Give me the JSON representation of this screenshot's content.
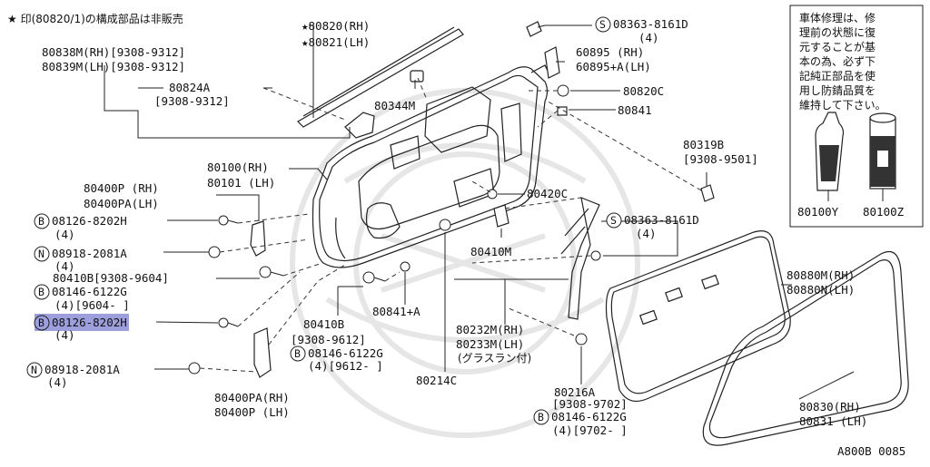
{
  "header": {
    "note": "★ 印(80820/1)の構成部品は非販売"
  },
  "footer": {
    "diagram_code": "A800B 0085"
  },
  "notice_box": {
    "lines": [
      "車体修理は、修",
      "理前の状態に復",
      "元することが基",
      "本の為、必ず下",
      "記純正部品を使",
      "用し防錆品質を",
      "維持して下さい。"
    ],
    "items": [
      {
        "label": "80100Y"
      },
      {
        "label": "80100Z"
      }
    ]
  },
  "callouts": {
    "c80820": [
      "★80820(RH)",
      "★80821(LH)"
    ],
    "c80838": [
      "80838M(RH)[9308-9312]",
      "80839M(LH)[9308-9312]"
    ],
    "c80824": [
      "80824A",
      "[9308-9312]"
    ],
    "c80344": "80344M",
    "c08363a": [
      "08363-8161D",
      "(4)"
    ],
    "c60895": [
      "60895    (RH)",
      "60895+A(LH)"
    ],
    "c80820c": "80820C",
    "c80841": "80841",
    "c80319": [
      "80319B",
      "[9308-9501]"
    ],
    "c80100": [
      "80100(RH)",
      "80101 (LH)"
    ],
    "c80400p": [
      "80400P  (RH)",
      "80400PA(LH)"
    ],
    "c08126a": [
      "08126-8202H",
      "(4)"
    ],
    "c08918a": [
      "08918-2081A",
      "(4)"
    ],
    "c80410b1": "80410B[9308-9604]",
    "c08146a": [
      "08146-6122G",
      "(4)[9604-    ]"
    ],
    "c08126b": [
      "08126-8202H",
      "(4)"
    ],
    "c08918b": [
      "08918-2081A",
      "(4)"
    ],
    "c80420": "80420C",
    "c80410m": "80410M",
    "c08363b": [
      "08363-8161D",
      "(4)"
    ],
    "c80841a": "80841+A",
    "c80410b2": [
      "80410B",
      "[9308-9612]",
      "08146-6122G",
      "(4)[9612-      ]"
    ],
    "c80214": "80214C",
    "c80232": [
      "80232M(RH)",
      "80233M(LH)",
      "(グラスラン付)"
    ],
    "c80216": [
      "80216A",
      "[9308-9702]",
      "08146-6122G",
      "(4)[9702-      ]"
    ],
    "c80400pa": [
      "80400PA(RH)",
      "80400P  (LH)"
    ],
    "c80880": [
      "80880M(RH)",
      "80880N(LH)"
    ],
    "c80830": [
      "80830(RH)",
      "80831 (LH)"
    ]
  },
  "markers": {
    "S": "S",
    "B": "B",
    "N": "N"
  }
}
